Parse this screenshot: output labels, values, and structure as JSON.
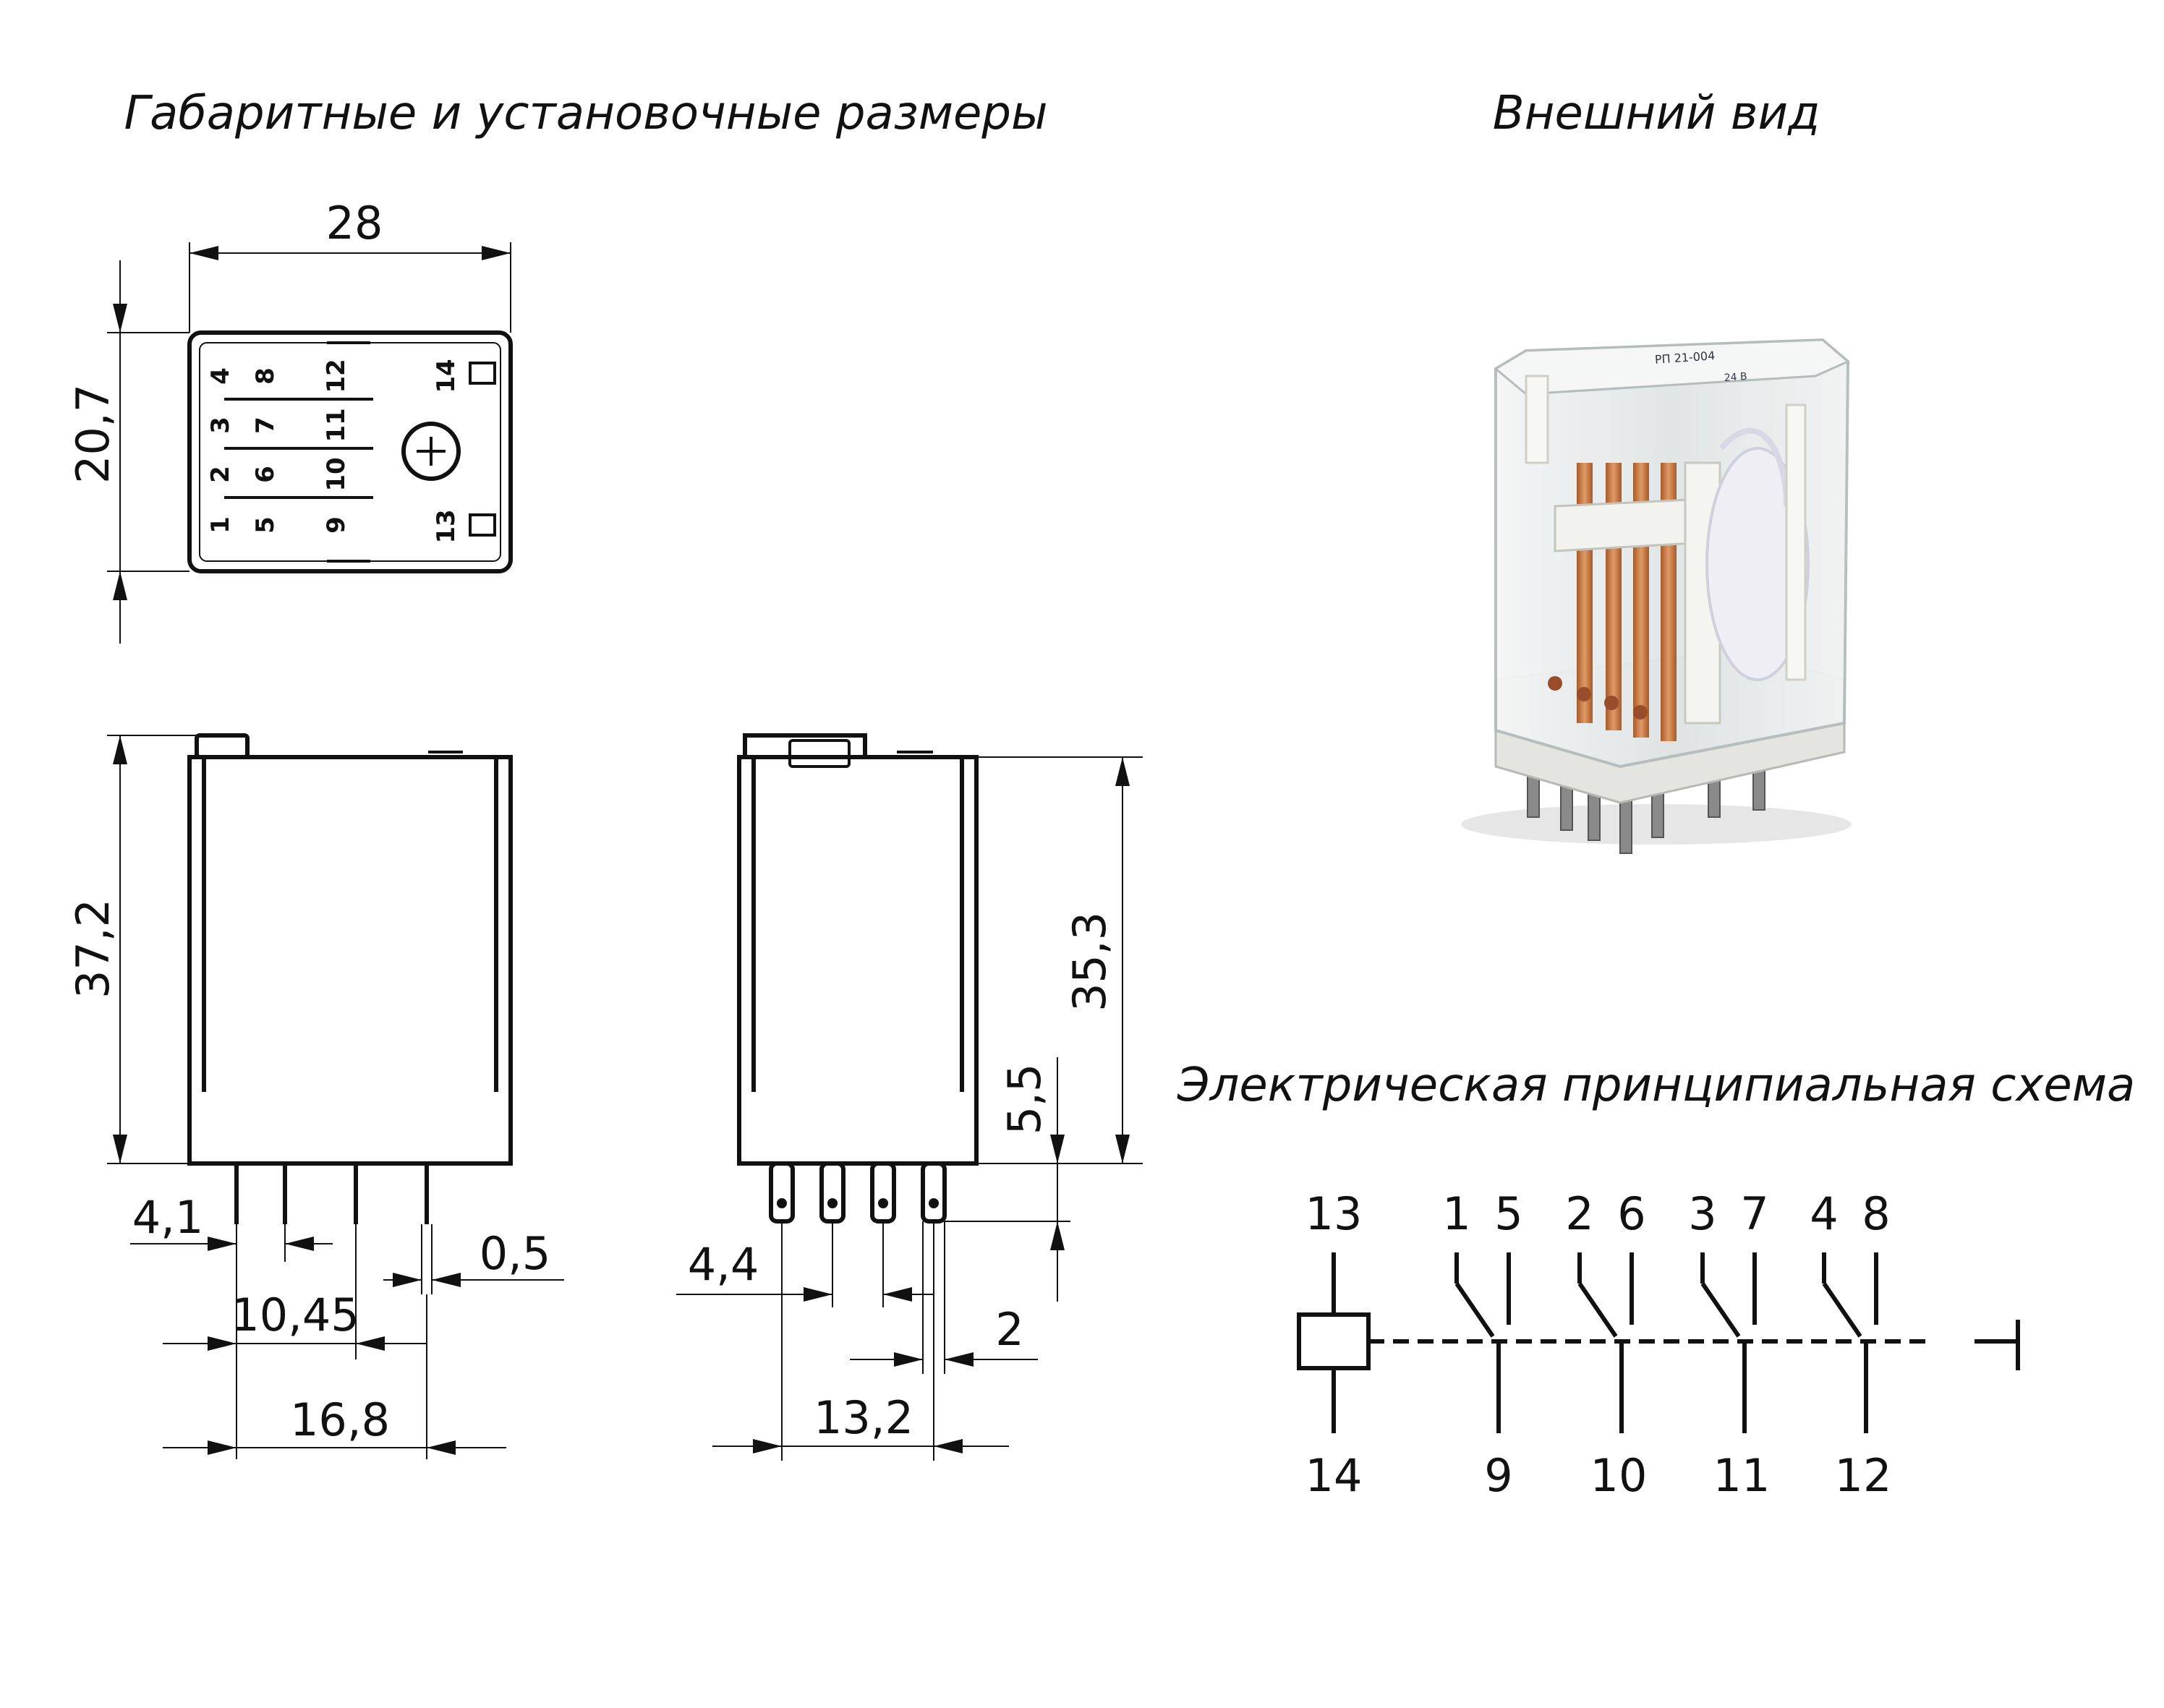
{
  "titles": {
    "dimensions": "Габаритные и установочные размеры",
    "appearance": "Внешний вид",
    "schematic": "Электрическая принципиальная схема"
  },
  "dimensions": {
    "top_width": "28",
    "top_height": "20,7",
    "front_height": "37,2",
    "side_height": "35,3",
    "pin_length": "5,5",
    "pin_offset": "4,1",
    "pin_thickness": "0,5",
    "pin_spacing_1": "10,45",
    "pin_spacing_2": "16,8",
    "side_pin_offset": "4,4",
    "side_pin_width": "2",
    "side_pin_spacing": "13,2"
  },
  "top_view_pins": [
    [
      "4",
      "8",
      "12"
    ],
    [
      "3",
      "7",
      "11"
    ],
    [
      "2",
      "6",
      "10"
    ],
    [
      "1",
      "5",
      "9"
    ]
  ],
  "top_view_coil_pins": [
    "14",
    "13"
  ],
  "relay_label": {
    "line1": "РП 21-004",
    "line2": "24 В"
  },
  "schematic": {
    "coil_top": "13",
    "coil_bottom": "14",
    "contacts": [
      {
        "nc": "1",
        "no": "5",
        "common": "9"
      },
      {
        "nc": "2",
        "no": "6",
        "common": "10"
      },
      {
        "nc": "3",
        "no": "7",
        "common": "11"
      },
      {
        "nc": "4",
        "no": "8",
        "common": "12"
      }
    ]
  },
  "colors": {
    "line": "#111111",
    "relay_case": "#e9ecec",
    "contact_copper": "#c9783f",
    "coil": "#eeeef4"
  }
}
